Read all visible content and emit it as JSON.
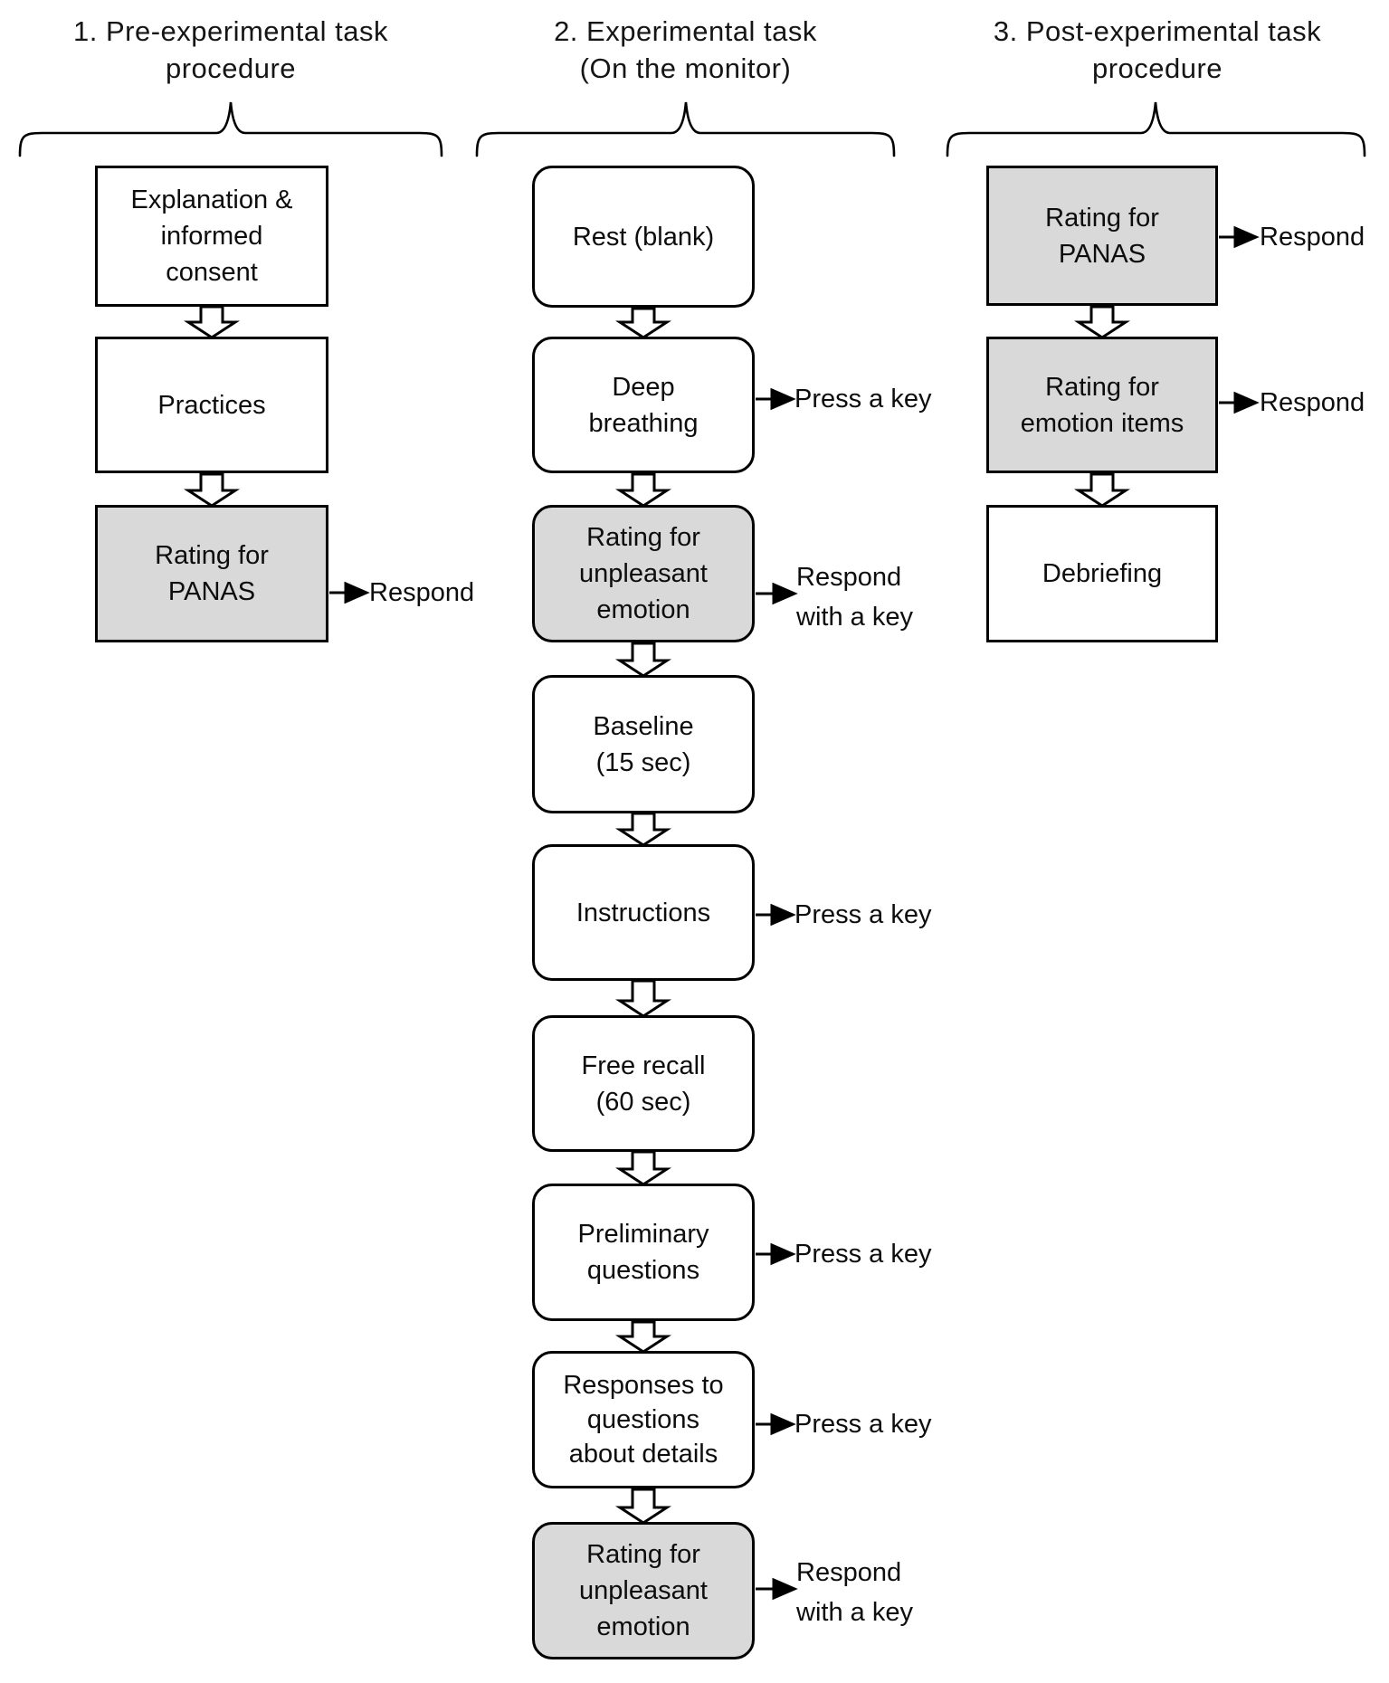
{
  "figure": {
    "colors": {
      "box_gray": "#d9d9d9",
      "box_white": "#ffffff",
      "line": "#000000"
    },
    "columns": [
      {
        "title": "1. Pre-experimental task\nprocedure",
        "boxes": [
          {
            "label": "Explanation &\ninformed\nconsent",
            "style": "white"
          },
          {
            "label": "Practices",
            "style": "white"
          },
          {
            "label": "Rating for\nPANAS",
            "style": "gray",
            "side_label": "Respond"
          }
        ]
      },
      {
        "title": "2. Experimental task\n(On the monitor)",
        "boxes": [
          {
            "label": "Rest (blank)",
            "style": "white"
          },
          {
            "label": "Deep\nbreathing",
            "style": "white",
            "side_label": "Press a key"
          },
          {
            "label": "Rating for\nunpleasant\nemotion",
            "style": "gray",
            "side_label": "Respond\nwith a key"
          },
          {
            "label": "Baseline\n(15 sec)",
            "style": "white"
          },
          {
            "label": "Instructions",
            "style": "white",
            "side_label": "Press a key"
          },
          {
            "label": "Free recall\n(60 sec)",
            "style": "white"
          },
          {
            "label": "Preliminary\nquestions",
            "style": "white",
            "side_label": "Press a key"
          },
          {
            "label": "Responses to\nquestions\nabout details",
            "style": "white",
            "side_label": "Press a key"
          },
          {
            "label": "Rating for\nunpleasant\nemotion",
            "style": "gray",
            "side_label": "Respond\nwith a key"
          }
        ]
      },
      {
        "title": "3. Post-experimental task\nprocedure",
        "boxes": [
          {
            "label": "Rating for\nPANAS",
            "style": "gray",
            "side_label": "Respond"
          },
          {
            "label": "Rating for\nemotion items",
            "style": "gray",
            "side_label": "Respond"
          },
          {
            "label": "Debriefing",
            "style": "white"
          }
        ]
      }
    ]
  }
}
